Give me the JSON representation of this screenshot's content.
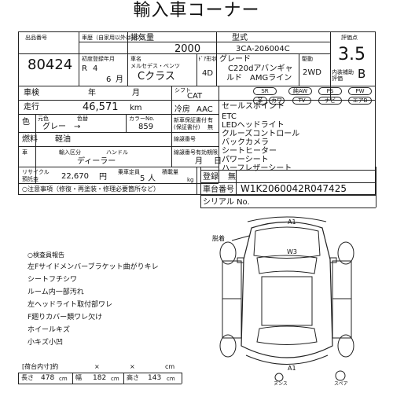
{
  "title": "輸入車コーナー",
  "lot": {
    "label": "出品番号",
    "number": "80424"
  },
  "shaken_reki": {
    "label": "車歴（自家用以外は記入）"
  },
  "displacement": {
    "label": "排気量",
    "value": "2000"
  },
  "model": {
    "label": "型式",
    "value": "3CA-206004C"
  },
  "rating": {
    "label": "評価点",
    "value": "3.5",
    "interior_label": "内装補助評価",
    "interior": "B"
  },
  "first_reg": {
    "label": "初度登録年月",
    "era": "R",
    "year": "4",
    "month": "6",
    "month_unit": "月"
  },
  "car_name": {
    "label": "車名",
    "maker": "メルセデス・ベンツ",
    "name": "Cクラス"
  },
  "doors": {
    "label": "ﾄﾞｱ形状",
    "value": "4D"
  },
  "grade": {
    "label": "グレード",
    "line1": "C220dアバンギャ",
    "line2": "ルド　AMGライン"
  },
  "drive": {
    "label": "駆動",
    "value": "2WD"
  },
  "shaken": {
    "label": "車検",
    "year_unit": "年",
    "month_unit": "月"
  },
  "shift": {
    "label": "シフト",
    "value": "CAT"
  },
  "aircon": {
    "label": "冷房",
    "value": "AAC"
  },
  "equipment_pills": [
    "SR",
    "純AW",
    "PS",
    "PW",
    "革",
    "カワ",
    "TV",
    "ナビ",
    "エアB"
  ],
  "mileage": {
    "label": "走行",
    "value": "46,571",
    "unit": "km"
  },
  "color": {
    "label": "色",
    "sub1": "元色",
    "sub2": "色替",
    "code_label": "カラーNo.",
    "value": "グレー",
    "arrow": "→",
    "code": "859"
  },
  "new_warranty": {
    "label": "新車保証書付",
    "sub": "(保証書付)",
    "options": [
      "有",
      "無"
    ]
  },
  "fuel": {
    "label": "燃料",
    "value": "軽油"
  },
  "import": {
    "label1": "輸入区分",
    "label2": "ハンドル",
    "label3": "車",
    "value": "ディーラー"
  },
  "scratch_label": "線譲番号",
  "warranty_period": {
    "label": "線譲番号有効期限",
    "month_unit": "月",
    "day_unit": "日"
  },
  "recycle": {
    "label1": "リサイクル",
    "label2": "預託金",
    "value": "22,670",
    "unit": "円"
  },
  "capacity": {
    "label": "乗車定員",
    "value": "5",
    "unit": "人"
  },
  "load": {
    "label": "積載量",
    "unit": "kg"
  },
  "notice": "○注意事項（修復・再塗装・修理必要箇所など）",
  "selling_points": {
    "label": "セールスポイント",
    "items": [
      "ETC",
      "LEDヘッドライト",
      "クルーズコントロール",
      "バックカメラ",
      "シートヒーター",
      "パワーシート",
      "ハーフレザーシート"
    ]
  },
  "registration": {
    "label": "登録",
    "value": "無"
  },
  "chassis": {
    "label": "車台番号",
    "value": "W1K2060042R047425"
  },
  "serial": {
    "label": "シリアル No."
  },
  "inspector": {
    "title": "○検査員報告",
    "items": [
      "左Fサイドメンバーブラケット曲がりキレ",
      "シートフチシワ",
      "ルーム内一部汚れ",
      "左ヘッドライト取付部ワレ",
      "F廻りカバー類ワレ欠け",
      "ホイールキズ",
      "小キズ小凹"
    ]
  },
  "diagram": {
    "a1": "A1",
    "w3": "W3",
    "detached": "脱着",
    "front": "ヌンス",
    "rear": "スペア"
  },
  "cargo": {
    "label": "[荷台内寸]約",
    "x": "×",
    "cm": "cm"
  },
  "dimensions": {
    "length_label": "長さ",
    "length": "478",
    "width_label": "幅",
    "width": "182",
    "height_label": "高さ",
    "height": "143",
    "unit": "cm"
  }
}
